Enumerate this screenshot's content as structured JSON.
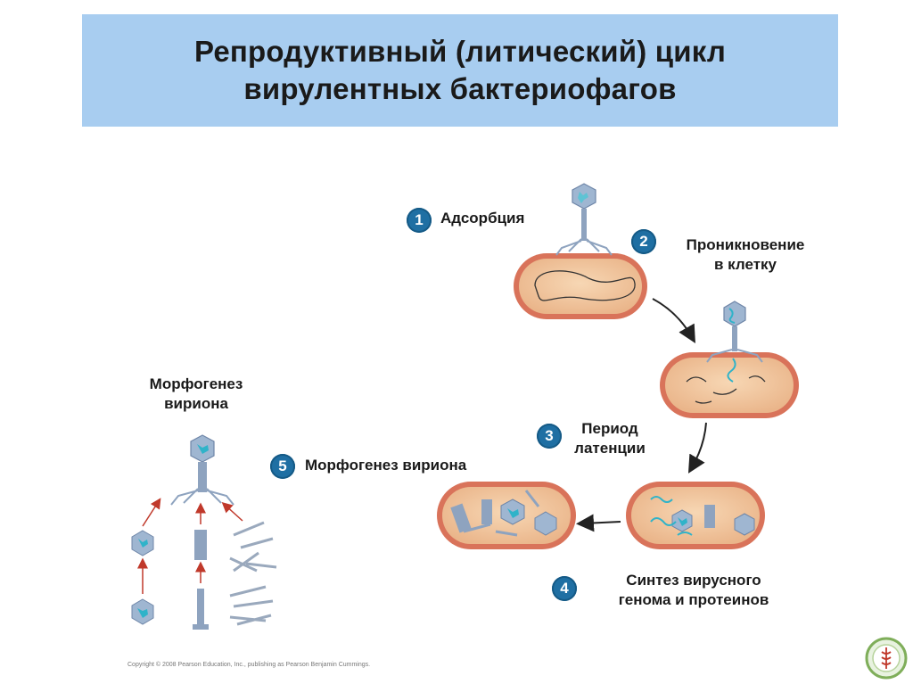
{
  "title": {
    "line1": "Репродуктивный (литический) цикл",
    "line2": "вирулентных бактериофагов"
  },
  "steps": [
    {
      "number": "1",
      "label": "Адсорбция"
    },
    {
      "number": "2",
      "label_line1": "Проникновение",
      "label_line2": "в клетку"
    },
    {
      "number": "3",
      "label_line1": "Период",
      "label_line2": "латенции"
    },
    {
      "number": "4",
      "label_line1": "Синтез вирусного",
      "label_line2": "генома и протеинов"
    },
    {
      "number": "5",
      "label": "Морфогенез вириона"
    }
  ],
  "morphogenesis_panel": {
    "label_line1": "Морфогенез",
    "label_line2": "вириона"
  },
  "copyright": "Copyright © 2008 Pearson Education, Inc., publishing as Pearson Benjamin Cummings.",
  "colors": {
    "title_bg": "#a8cdf0",
    "cell_fill": "#f3c9a0",
    "cell_rim": "#d9735a",
    "phage": "#8ea3bf",
    "dna": "#2fb3c9",
    "step_badge": "#1f6fa3",
    "arrow_red": "#c0392b"
  }
}
